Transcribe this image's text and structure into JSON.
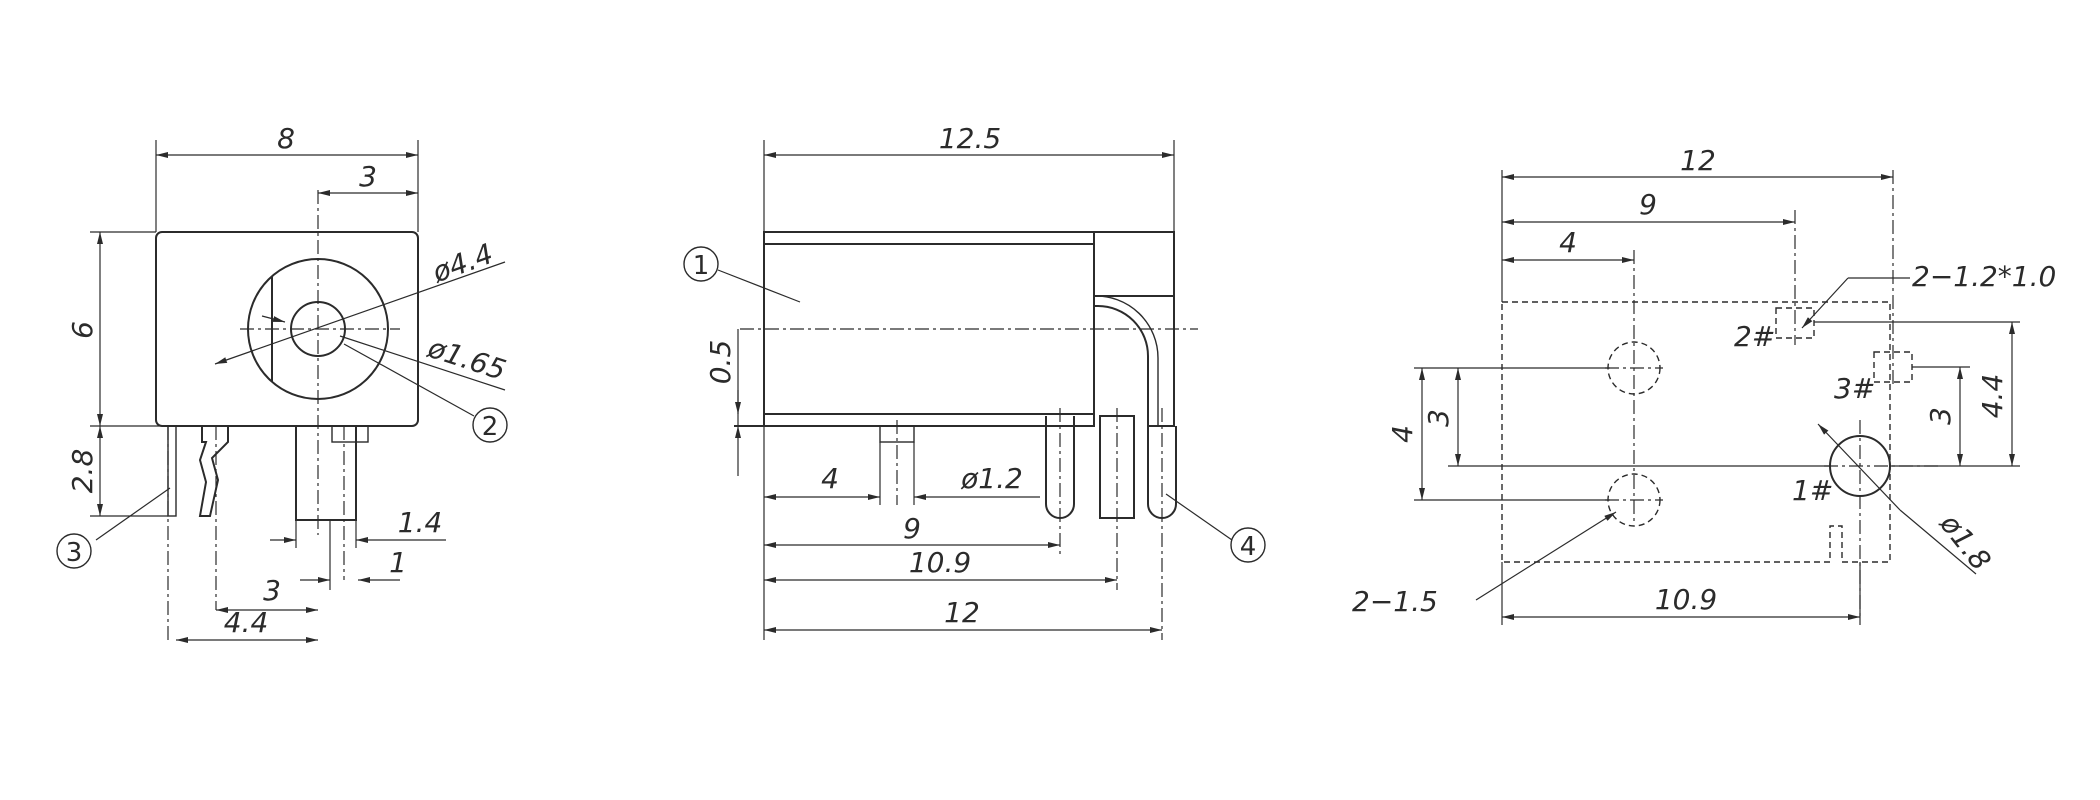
{
  "front_view": {
    "width": "8",
    "center_offset": "3",
    "height": "6",
    "pin_length": "2.8",
    "outer_dia": "ø4.4",
    "inner_dia": "ø1.65",
    "pin_width": "1.4",
    "pin_thick": "1",
    "pin_spacing_3": "3",
    "pin_spacing_44": "4.4",
    "callout_2": "2",
    "callout_3": "3"
  },
  "side_view": {
    "length": "12.5",
    "center_height": "0.5",
    "pin_dia": "ø1.2",
    "dim_4": "4",
    "dim_9": "9",
    "dim_109": "10.9",
    "dim_12": "12",
    "callout_1": "1",
    "callout_4": "4"
  },
  "bottom_view": {
    "width": "12",
    "dim_9": "9",
    "dim_4": "4",
    "slot_note": "2−1.2*1.0",
    "pin2_label": "2#",
    "pin3_label": "3#",
    "pin1_label": "1#",
    "dim_44": "4.4",
    "dim_3_right": "3",
    "dim_3_left": "3",
    "dim_4_left": "4",
    "hole_note": "2−1.5",
    "pin1_dia": "ø1.8",
    "dim_109": "10.9"
  }
}
